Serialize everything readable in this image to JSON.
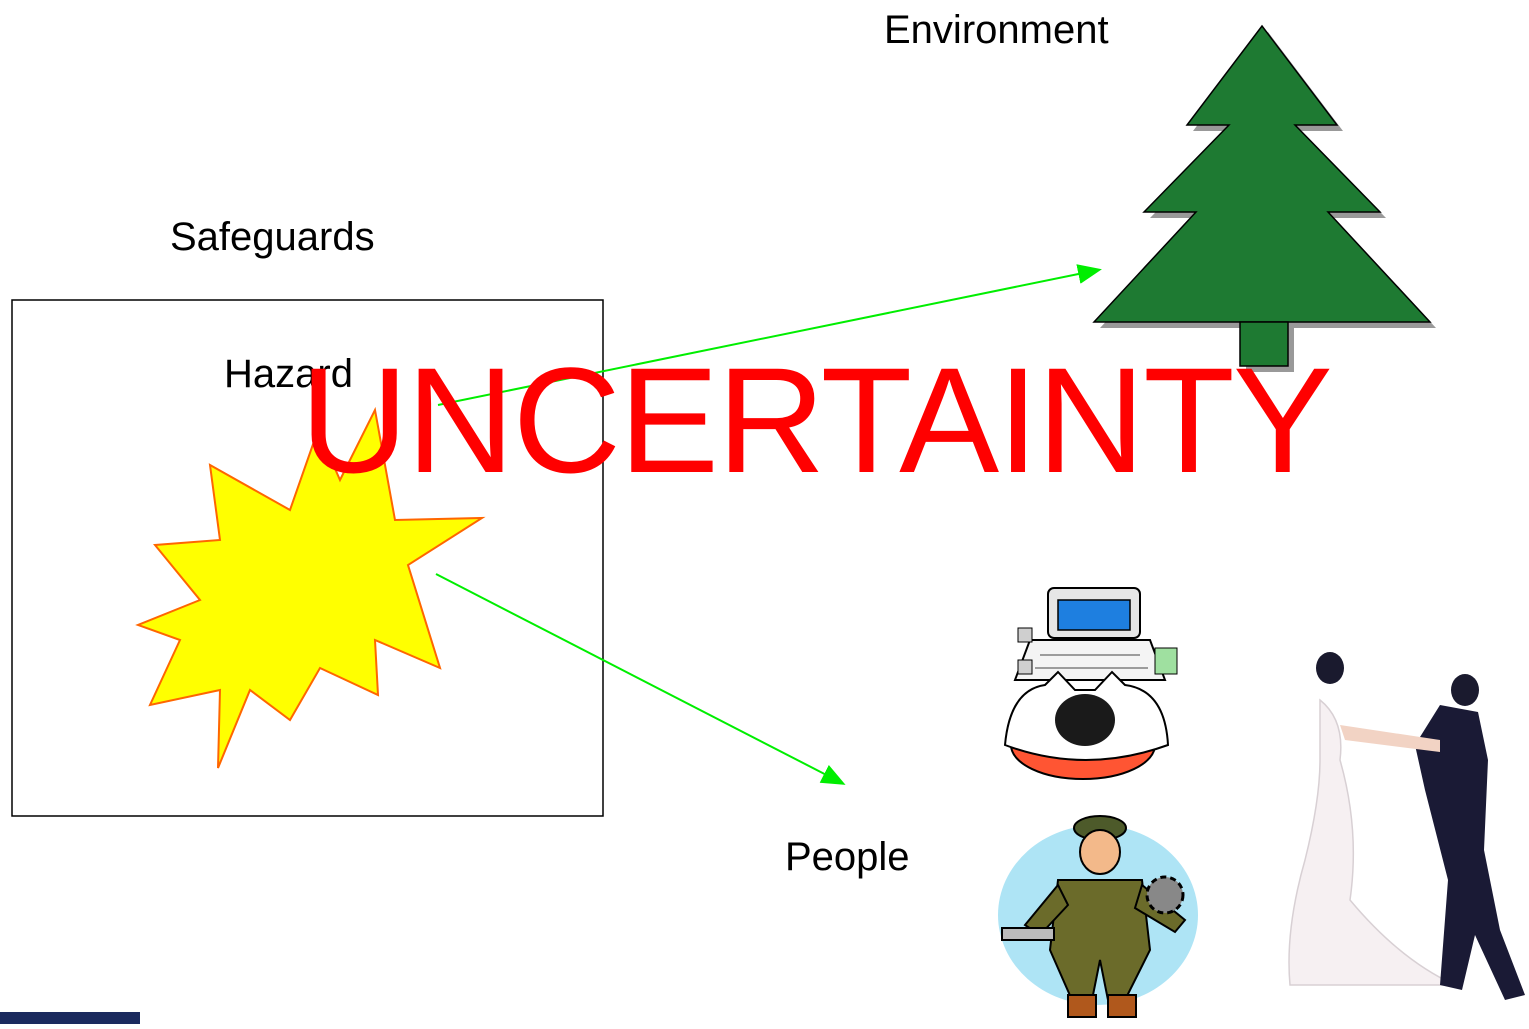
{
  "labels": {
    "environment": "Environment",
    "safeguards": "Safeguards",
    "hazard": "Hazard",
    "uncertainty": "UNCERTAINTY",
    "people": "People"
  },
  "colors": {
    "uncertainty_text": "#ff0000",
    "arrows": "#00ee00",
    "hazard_fill": "#ffff00",
    "hazard_stroke": "#ff6600",
    "tree_fill": "#1e7a32",
    "tree_shadow": "#999999",
    "logo_corner": "#1b2a5e"
  },
  "icons": [
    "tree-icon",
    "explosion-icon",
    "computer-worker-icon",
    "mechanic-icon",
    "dancing-couple-icon"
  ]
}
